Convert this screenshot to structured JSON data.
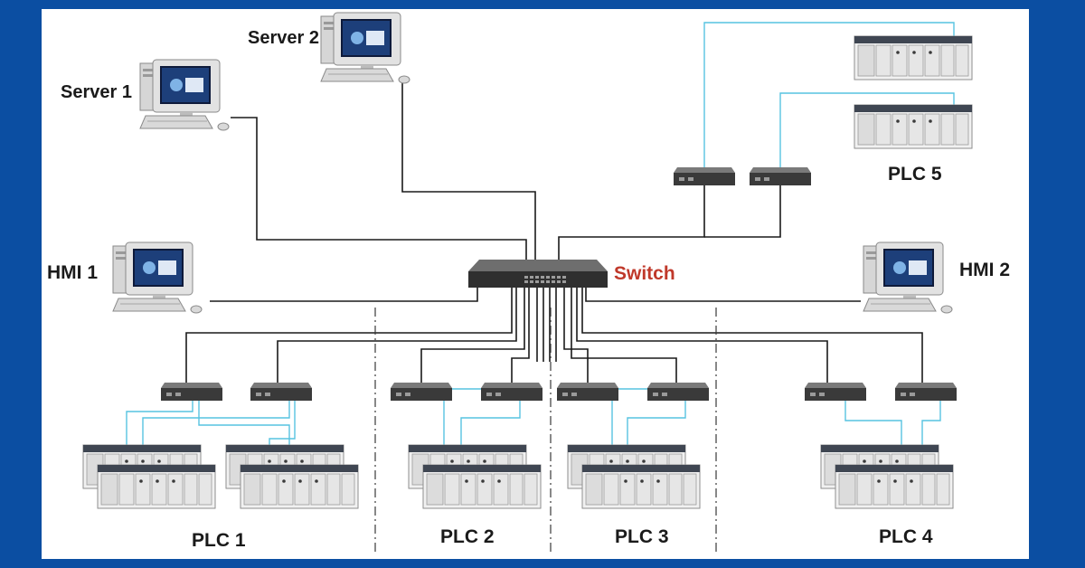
{
  "labels": {
    "server1": "Server 1",
    "server2": "Server 2",
    "hmi1": "HMI 1",
    "hmi2": "HMI 2",
    "switch": "Switch",
    "plc1": "PLC 1",
    "plc2": "PLC 2",
    "plc3": "PLC 3",
    "plc4": "PLC 4",
    "plc5": "PLC 5"
  },
  "colors": {
    "background": "#0b4ea2",
    "panel": "#ffffff",
    "switch_label": "#c0392b",
    "ethernet_line": "#1a1a1a",
    "fiber_line": "#57c3e0"
  },
  "icons": {
    "computer": "desktop-computer-icon",
    "switch": "network-switch-icon",
    "converter": "media-converter-icon",
    "plc": "plc-rack-icon"
  }
}
